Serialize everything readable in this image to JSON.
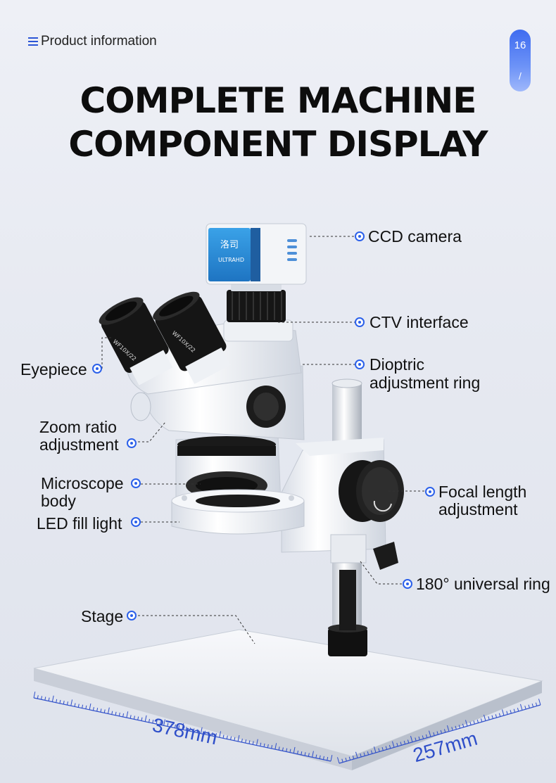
{
  "header": {
    "label": "Product information",
    "page_number": "16",
    "page_separator": "/"
  },
  "title": {
    "line1": "COMPLETE MACHINE",
    "line2": "COMPONENT DISPLAY"
  },
  "camera": {
    "logo_text": "洛司",
    "badge": "ULTRAHD"
  },
  "eyepiece_marking": "WF10X/22",
  "callouts": {
    "ccd_camera": "CCD camera",
    "ctv_interface": "CTV interface",
    "dioptric_line1": "Dioptric",
    "dioptric_line2": "adjustment ring",
    "eyepiece": "Eyepiece",
    "zoom_line1": "Zoom ratio",
    "zoom_line2": "adjustment",
    "body_line1": "Microscope",
    "body_line2": "body",
    "led": "LED fill light",
    "focal_line1": "Focal length",
    "focal_line2": "adjustment",
    "universal": "180° universal ring",
    "stage": "Stage"
  },
  "dimensions": {
    "width": "378mm",
    "depth": "257mm"
  },
  "colors": {
    "accent": "#2b60ea",
    "camera_blue": "#2a8fd6",
    "ruler": "#2f4fc9"
  }
}
